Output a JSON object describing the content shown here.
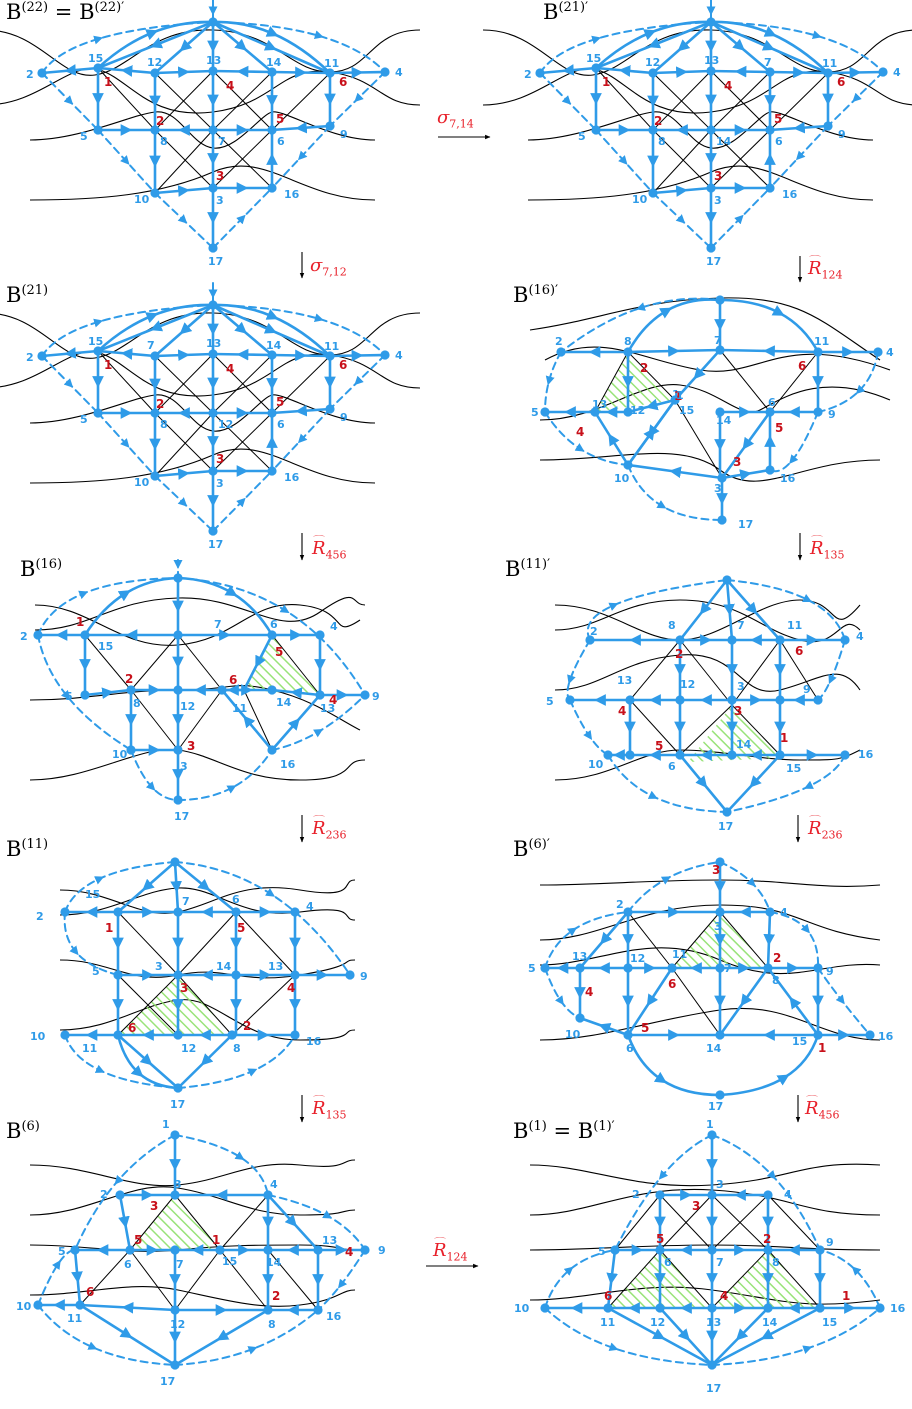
{
  "panels": [
    {
      "name": "B(22)",
      "title_main": "B",
      "title_sup": "(22)",
      "title_rest": " = B",
      "title_sup2": "(22)′",
      "top": [
        [
          213,
          22
        ],
        [
          98,
          68
        ],
        [
          155,
          73
        ],
        [
          213,
          71
        ],
        [
          272,
          72
        ],
        [
          330,
          73
        ]
      ],
      "vnum": [
        "15",
        "12",
        "13",
        "14",
        "11"
      ],
      "rnum": [
        "1",
        "4",
        "6"
      ],
      "num": {
        "c1": "2",
        "c2": "4",
        "r2": [
          "5",
          "8",
          "7",
          "6",
          "9"
        ],
        "r3": [
          "10",
          "3",
          "16"
        ],
        "bot": "17"
      }
    },
    {
      "name": "B(21)'",
      "title_main": "B",
      "title_sup": "(21)′",
      "vnum": [
        "15",
        "12",
        "13",
        "7",
        "11"
      ],
      "num": {
        "c1": "2",
        "c2": "4",
        "r2": [
          "5",
          "8",
          "14",
          "6",
          "9"
        ],
        "r3": [
          "10",
          "3",
          "16"
        ],
        "bot": "17"
      }
    },
    {
      "name": "B(21)",
      "title_main": "B",
      "title_sup": "(21)",
      "vnum": [
        "15",
        "7",
        "13",
        "14",
        "11"
      ],
      "num": {
        "c1": "2",
        "c2": "4",
        "r2": [
          "5",
          "8",
          "12",
          "6",
          "9"
        ],
        "r3": [
          "10",
          "3",
          "16"
        ],
        "bot": "17"
      }
    },
    {
      "name": "B(16)'",
      "title_main": "B",
      "title_sup": "(16)′"
    },
    {
      "name": "B(16)",
      "title_main": "B",
      "title_sup": "(16)"
    },
    {
      "name": "B(11)'",
      "title_main": "B",
      "title_sup": "(11)′"
    },
    {
      "name": "B(11)",
      "title_main": "B",
      "title_sup": "(11)"
    },
    {
      "name": "B(6)'",
      "title_main": "B",
      "title_sup": "(6)′"
    },
    {
      "name": "B(6)",
      "title_main": "B",
      "title_sup": "(6)"
    },
    {
      "name": "B(1)",
      "title_main": "B",
      "title_sup": "(1)",
      "title_rest": " = B",
      "title_sup2": "(1)′"
    }
  ],
  "ops": {
    "o1": {
      "sym": "σ",
      "sub": "7,14"
    },
    "o2": {
      "sym": "σ",
      "sub": "7,12"
    },
    "o3": {
      "sym": "R",
      "sub": "124"
    },
    "o4": {
      "sym": "R",
      "sub": "456"
    },
    "o5": {
      "sym": "R",
      "sub": "135"
    },
    "o6": {
      "sym": "R",
      "sub": "236"
    },
    "o7": {
      "sym": "R",
      "sub": "236"
    },
    "o8": {
      "sym": "R",
      "sub": "135"
    },
    "o9": {
      "sym": "R",
      "sub": "456"
    },
    "o10": {
      "sym": "R",
      "sub": "124"
    }
  },
  "colors": {
    "quiver": "#2f9be8",
    "frozen_label": "#c8101a",
    "op_label": "#e8202a",
    "hatch": "#8ee06a",
    "wire": "#000000"
  }
}
